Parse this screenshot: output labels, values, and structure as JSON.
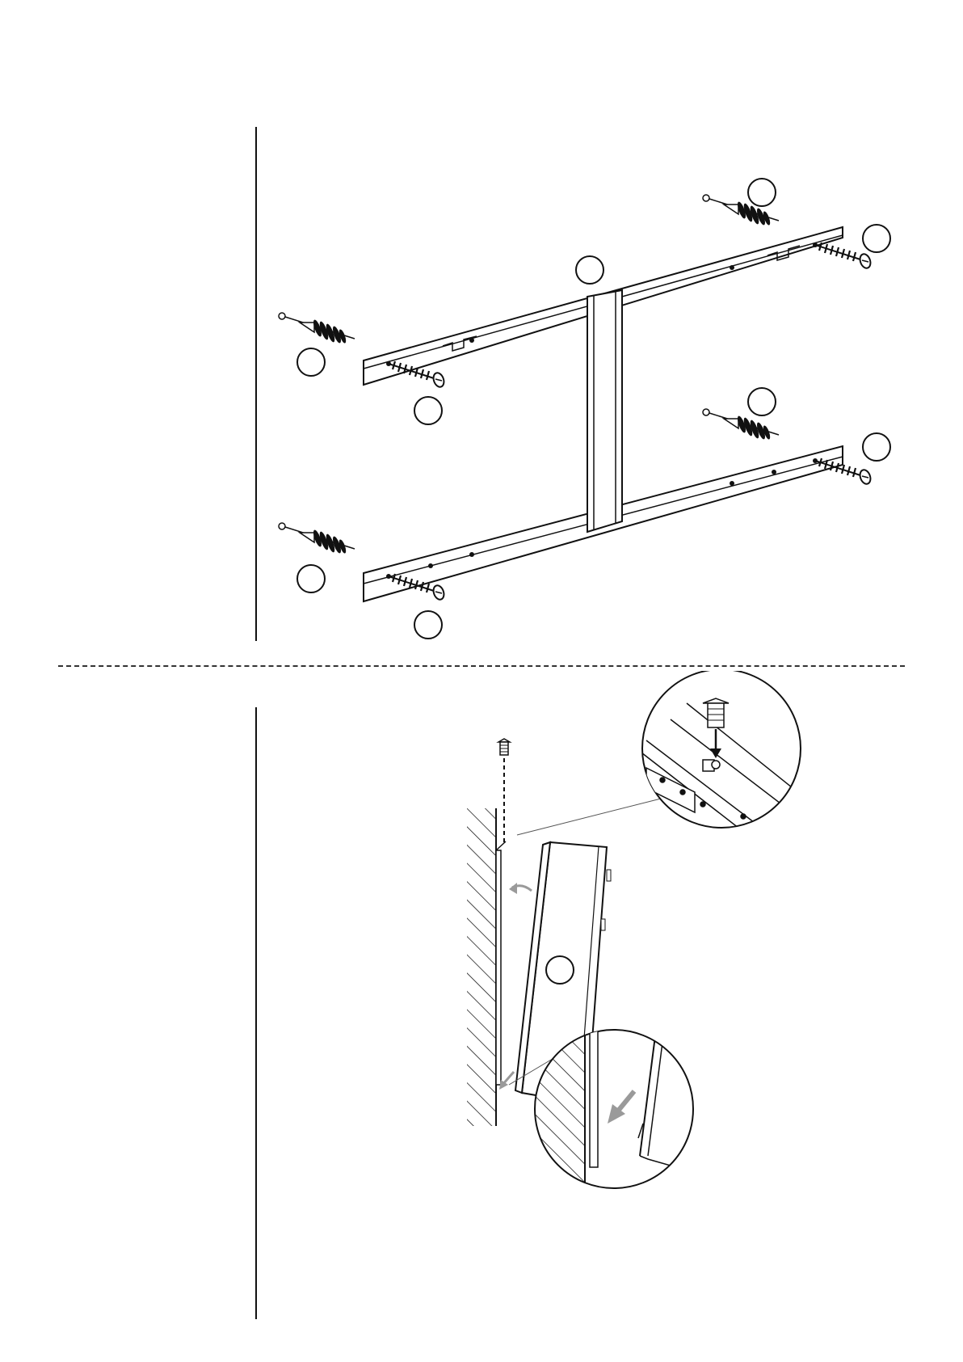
{
  "document": {
    "type": "assembly instructions page",
    "steps": [
      {
        "id": "step-1",
        "labels": [
          "",
          "",
          "",
          "",
          "",
          "",
          "",
          "",
          "",
          ""
        ]
      },
      {
        "id": "step-2",
        "labels": [
          ""
        ]
      }
    ]
  },
  "icons": [
    "wall-plug-icon",
    "wood-screw-icon",
    "mounting-rail-icon",
    "machine-screw-icon",
    "cabinet-icon",
    "wall-hatch-icon",
    "detail-magnifier-icon",
    "arrow-icon"
  ],
  "colors": {
    "line": "#111111",
    "arrow_grey": "#9a9a9a",
    "background": "#ffffff"
  }
}
